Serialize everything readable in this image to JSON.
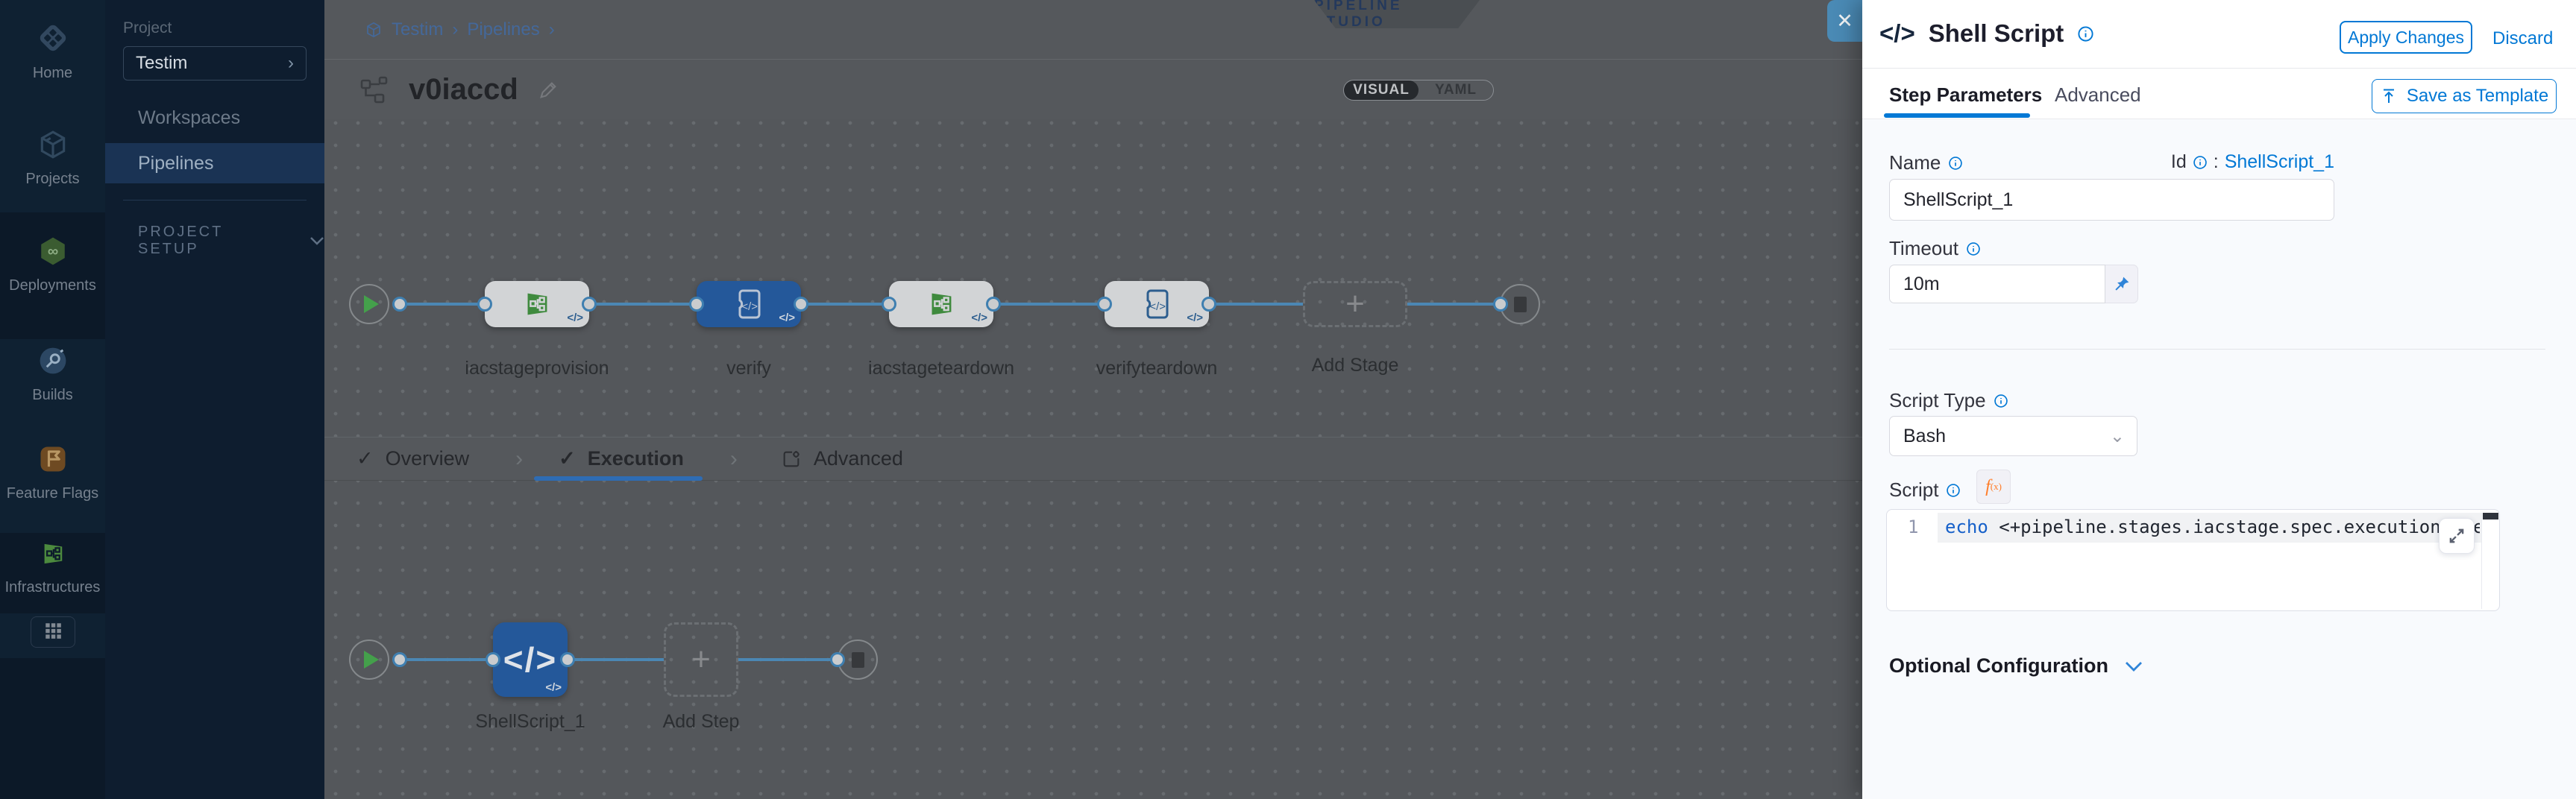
{
  "colors": {
    "primary_blue": "#0278d5",
    "selected_node_blue": "#24589a",
    "stage_icon_green": "#3f8a3e",
    "connector_blue": "#4b87b4",
    "nav_background": "#0c1928",
    "close_button_teal": "#4a8ab5"
  },
  "glyphs": {
    "close": "✕",
    "check": "✓",
    "chevron_right": "›",
    "chevron_down": "⌄",
    "plus": "+",
    "colon": ":",
    "code_tag": "</>"
  },
  "nav_rail": {
    "items": [
      {
        "label": "Home",
        "icon": "harness-logo"
      },
      {
        "label": "Projects",
        "icon": "cube"
      },
      {
        "label": "Deployments",
        "icon": "deployments-hex"
      },
      {
        "label": "Builds",
        "icon": "builds-circle"
      },
      {
        "label": "Feature Flags",
        "icon": "flag"
      },
      {
        "label": "Infrastructures",
        "icon": "infrastructure"
      }
    ]
  },
  "project_nav": {
    "section_label": "Project",
    "project_name": "Testim",
    "workspaces_label": "Workspaces",
    "pipelines_label": "Pipelines",
    "setup_label": "PROJECT SETUP"
  },
  "header": {
    "breadcrumb": {
      "project": "Testim",
      "section": "Pipelines"
    },
    "studio_badge": "PIPELINE STUDIO",
    "pipeline_name": "v0iaccd",
    "view_toggle": {
      "visual": "VISUAL",
      "yaml": "YAML",
      "selected": "VISUAL"
    }
  },
  "stage_graph": {
    "stages": [
      {
        "name": "iacstageprovision",
        "type": "infrastructure"
      },
      {
        "name": "verify",
        "type": "custom",
        "selected": true
      },
      {
        "name": "iacstageteardown",
        "type": "infrastructure"
      },
      {
        "name": "verifyteardown",
        "type": "custom"
      }
    ],
    "add_stage_label": "Add Stage"
  },
  "stage_tabs": {
    "overview": "Overview",
    "execution": "Execution",
    "advanced": "Advanced",
    "active": "Execution"
  },
  "execution_graph": {
    "step_name": "ShellScript_1",
    "add_step_label": "Add Step"
  },
  "drawer": {
    "title": "Shell Script",
    "apply_label": "Apply Changes",
    "discard_label": "Discard",
    "tabs": {
      "step_parameters": "Step Parameters",
      "advanced": "Advanced",
      "active": "Step Parameters"
    },
    "save_as_template_label": "Save as Template",
    "form": {
      "name_label": "Name",
      "name_value": "ShellScript_1",
      "id_label": "Id",
      "id_value": "ShellScript_1",
      "timeout_label": "Timeout",
      "timeout_value": "10m",
      "script_type_label": "Script Type",
      "script_type_value": "Bash",
      "script_label": "Script",
      "fx": "f",
      "fx_sub": "(x)",
      "editor": {
        "line_number": "1",
        "code_keyword": "echo",
        "code_rest": " <+pipeline.stages.iacstage.spec.execution.steps.apply"
      },
      "optional_configuration_label": "Optional Configuration"
    }
  }
}
